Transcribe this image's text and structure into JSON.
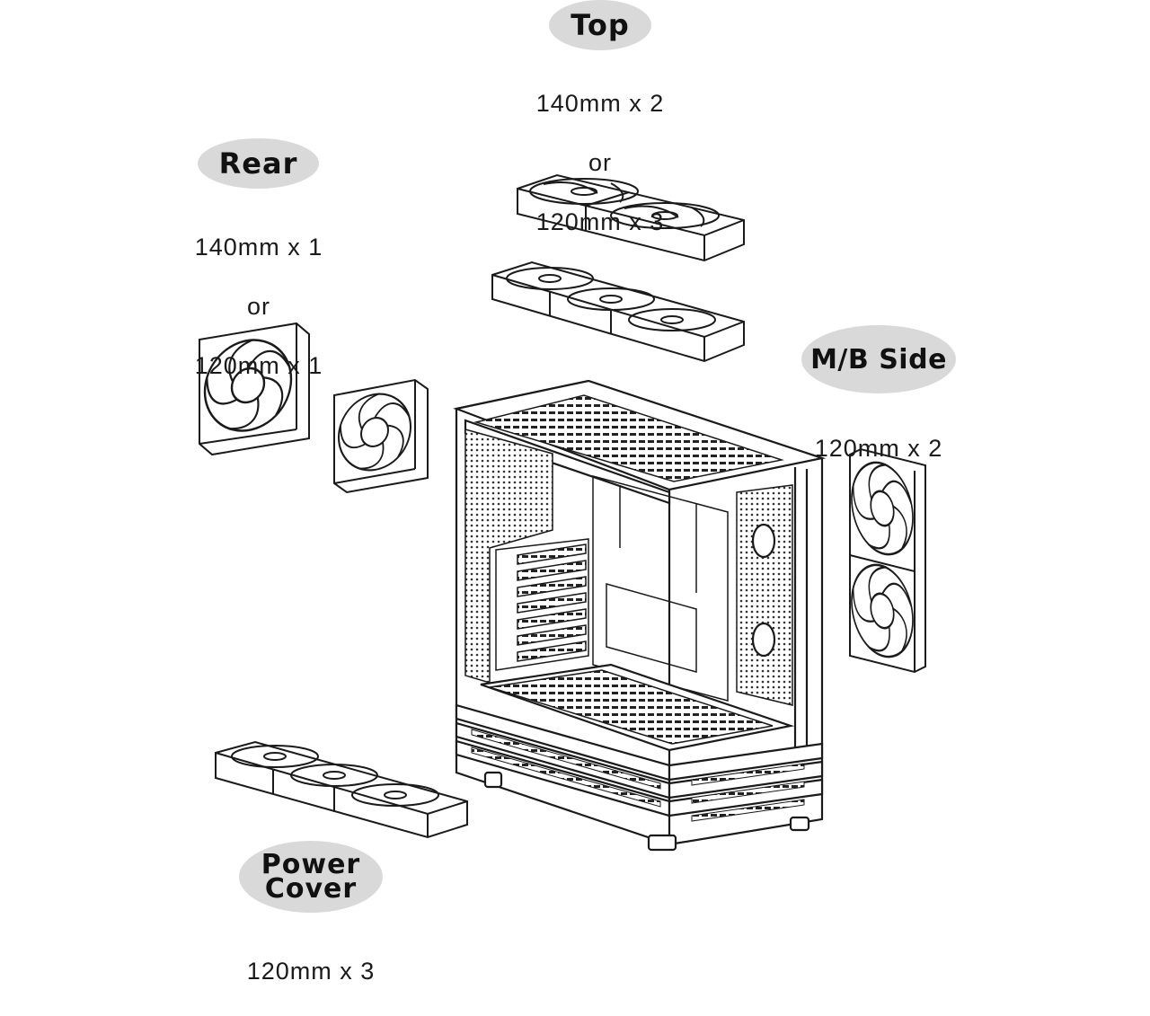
{
  "top": {
    "label": "Top",
    "line1": "140mm x 2",
    "line2": "or",
    "line3": "120mm x 3"
  },
  "rear": {
    "label": "Rear",
    "line1": "140mm x 1",
    "line2": "or",
    "line3": "120mm x 1"
  },
  "mb_side": {
    "label": "M/B Side",
    "line1": "120mm x 2"
  },
  "power_cover": {
    "label_line1": "Power",
    "label_line2": "Cover",
    "line1": "120mm x 3"
  },
  "colors": {
    "badge": "#d9d9d9",
    "line": "#1a1a1a",
    "background": "#ffffff"
  }
}
